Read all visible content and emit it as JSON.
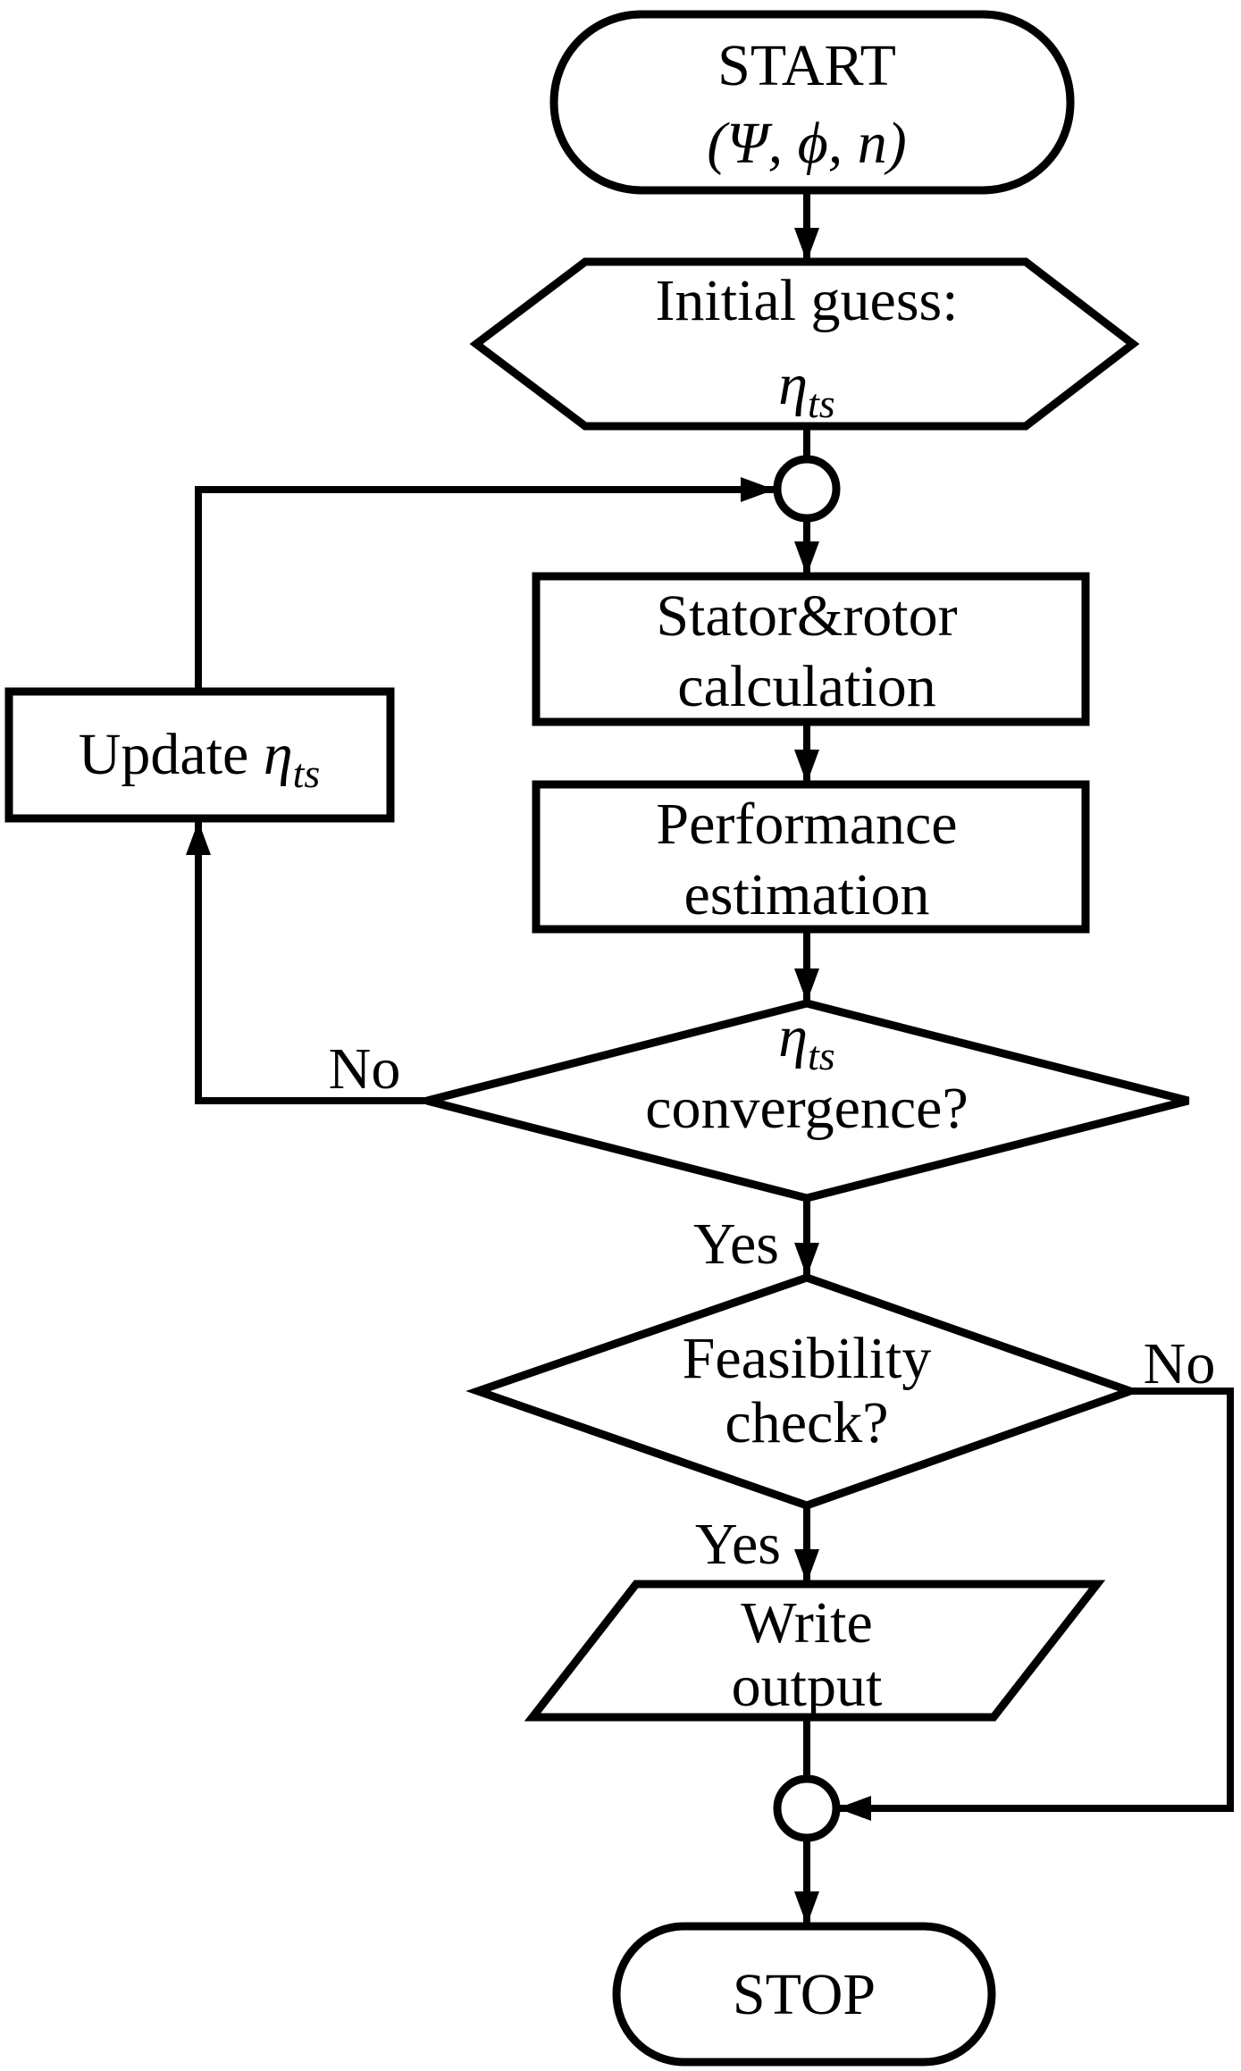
{
  "diagram": {
    "background": "#ffffff",
    "line_color": "#000000",
    "nodes": {
      "start": {
        "shape": "terminator",
        "line1": "START",
        "line2": "(Ψ, ϕ, n)"
      },
      "initial_guess": {
        "shape": "preparation-hexagon",
        "line1": "Initial guess:",
        "symbol": "η",
        "subscript": "ts"
      },
      "stator_rotor_calc": {
        "shape": "process",
        "line1": "Stator&rotor",
        "line2": "calculation"
      },
      "performance_est": {
        "shape": "process",
        "line1": "Performance",
        "line2": "estimation"
      },
      "convergence_decision": {
        "shape": "decision",
        "symbol": "η",
        "subscript": "ts",
        "line2": "convergence?"
      },
      "update_eta": {
        "shape": "process",
        "prefix": "Update ",
        "symbol": "η",
        "subscript": "ts"
      },
      "feasibility_decision": {
        "shape": "decision",
        "line1": "Feasibility",
        "line2": "check?"
      },
      "write_output": {
        "shape": "data-parallelogram",
        "line1": "Write",
        "line2": "output"
      },
      "stop": {
        "shape": "terminator",
        "line1": "STOP"
      }
    },
    "labels": {
      "convergence_no": "No",
      "convergence_yes": "Yes",
      "feasibility_no": "No",
      "feasibility_yes": "Yes"
    }
  }
}
